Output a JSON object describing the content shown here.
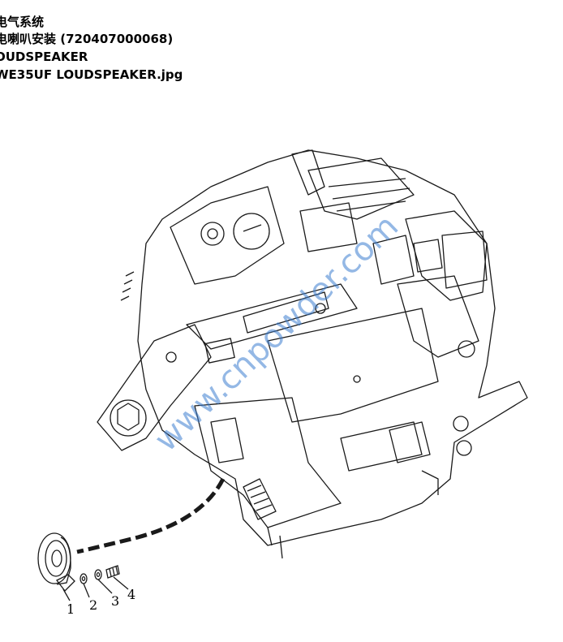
{
  "header": {
    "line1": "电气系统",
    "line2": "电喇叭安装 (720407000068)",
    "line3": "OUDSPEAKER",
    "line4": "WE35UF LOUDSPEAKER.jpg"
  },
  "watermark": "www.cnpowder.com",
  "callouts": [
    "1",
    "2",
    "3",
    "4"
  ],
  "colors": {
    "line": "#1a1a1a",
    "watermark": "#3d7fd1"
  }
}
